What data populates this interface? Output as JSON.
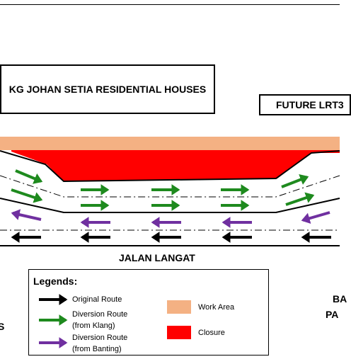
{
  "boxes": {
    "residential": "KG JOHAN SETIA RESIDENTIAL HOUSES",
    "lrt": "FUTURE LRT3"
  },
  "road": {
    "name": "JALAN LANGAT"
  },
  "legend": {
    "title": "Legends:",
    "original": "Original Route",
    "klang_line1": "Diversion Route",
    "klang_line2": "(from Klang)",
    "banting_line1": "Diversion Route",
    "banting_line2": "(from Banting)",
    "work_area": "Work Area",
    "closure": "Closure"
  },
  "side_text": {
    "right_top": "BA",
    "right_bottom": "PA",
    "left": "S"
  },
  "colors": {
    "work_area": "#f4b183",
    "closure": "#ff0000",
    "original_route": "#000000",
    "klang_route": "#1e8a1e",
    "banting_route": "#7030a0"
  }
}
